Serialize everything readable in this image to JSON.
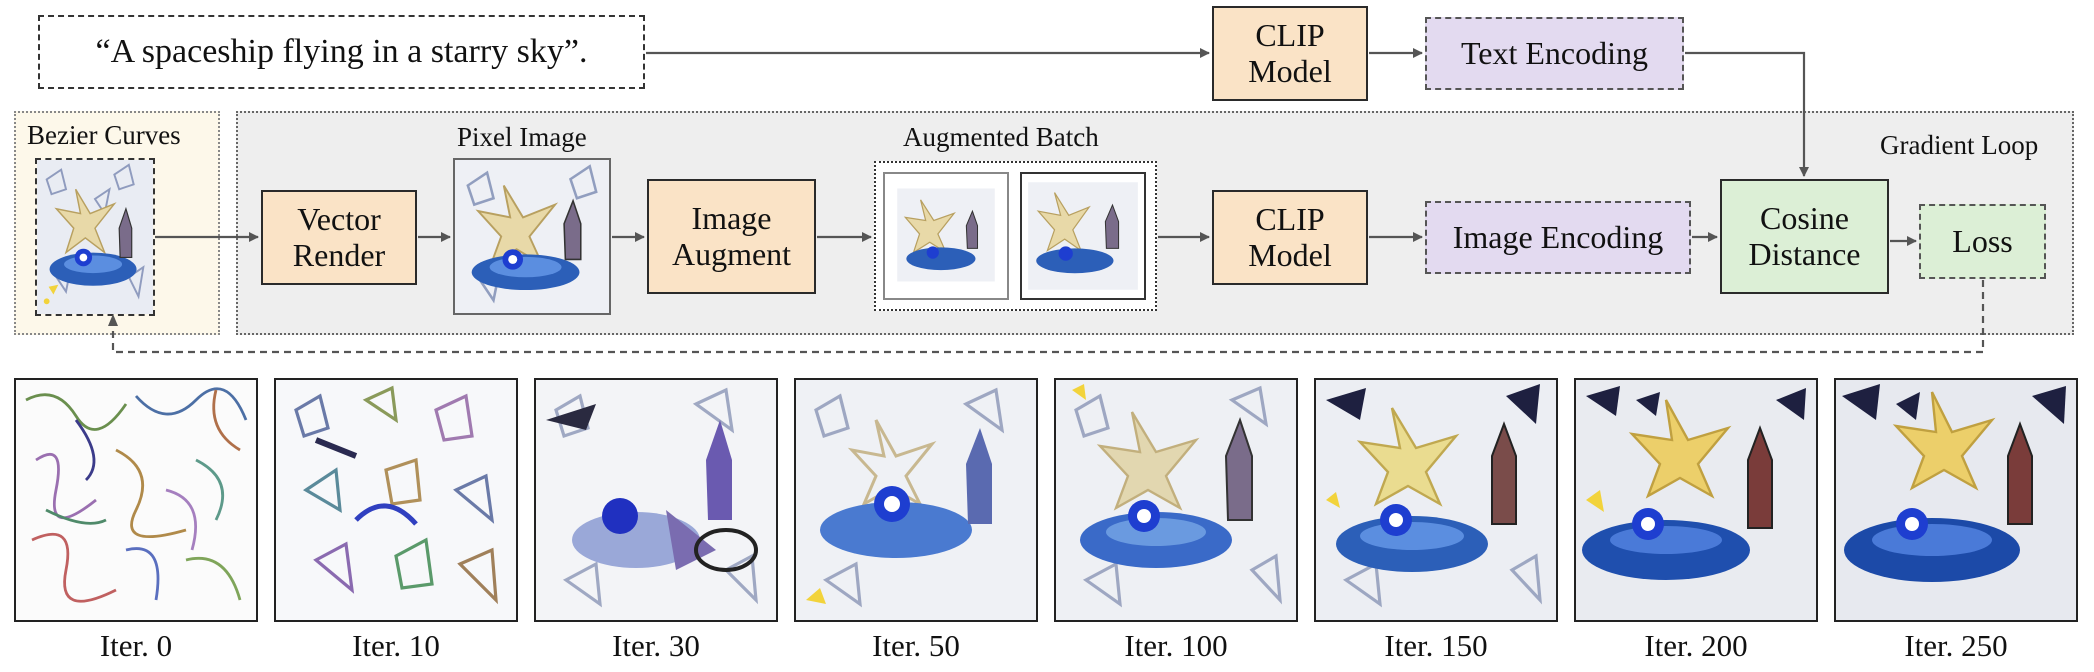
{
  "prompt": "“A spaceship flying in a starry sky”.",
  "nodes": {
    "clip_top": "CLIP Model",
    "text_encoding": "Text Encoding",
    "vector_render": "Vector Render",
    "image_augment": "Image Augment",
    "clip_mid": "CLIP Model",
    "image_encoding": "Image Encoding",
    "cosine_distance": "Cosine Distance",
    "loss": "Loss"
  },
  "labels": {
    "bezier_curves": "Bezier Curves",
    "pixel_image": "Pixel Image",
    "augmented_batch": "Augmented Batch",
    "gradient_loop": "Gradient Loop"
  },
  "iterations": [
    "Iter. 0",
    "Iter. 10",
    "Iter. 30",
    "Iter. 50",
    "Iter. 100",
    "Iter. 150",
    "Iter. 200",
    "Iter. 250"
  ],
  "colors": {
    "render_nodes": "#fae3c6",
    "encoding_nodes": "#e3daf0",
    "distance_nodes": "#dcefd6",
    "gradient_loop_bg": "#eeeeee",
    "bezier_bg": "#fdf8ea"
  }
}
